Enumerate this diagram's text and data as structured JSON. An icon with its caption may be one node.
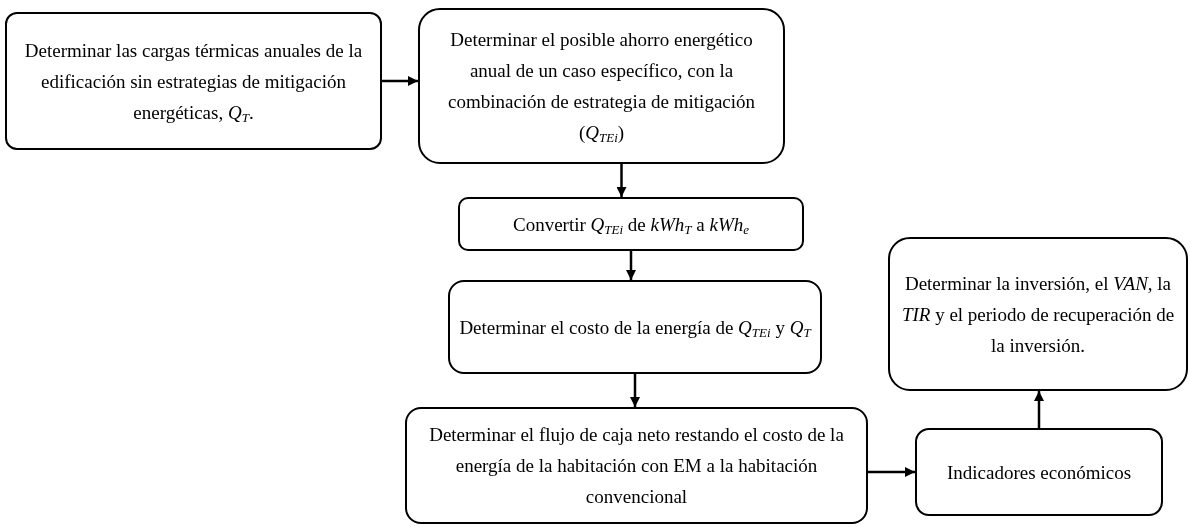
{
  "diagram": {
    "nodes": [
      {
        "text": [
          "Determinar las cargas térmicas anuales de la edificación sin estrategias de mitigación energéticas, *Q*$_{T}$."
        ]
      },
      {
        "text": [
          "Determinar el posible ahorro energético anual de un caso específico, con la combinación de estrategia de mitigación (*Q*$_{TEi}$)"
        ]
      },
      {
        "text": [
          "Convertir *Q*$_{TEi}$ de *kWh*$_{T}$ a *kWh*$_{e}$"
        ]
      },
      {
        "text": [
          "Determinar el costo de la energía de *Q*$_{TEi}$ y *Q*$_{T}$"
        ]
      },
      {
        "text": [
          "Determinar el flujo de caja neto restando el costo de la energía de la habitación con EM a la habitación convencional"
        ]
      },
      {
        "text": [
          "Indicadores económicos"
        ]
      },
      {
        "text": [
          "Determinar la inversión, el *VAN*, la *TIR* y el periodo de recuperación de la inversión."
        ]
      }
    ],
    "edges": [
      {
        "from": 0,
        "to": 1,
        "arrow": "to"
      },
      {
        "from": 1,
        "to": 2,
        "arrow": "to"
      },
      {
        "from": 2,
        "to": 3,
        "arrow": "to"
      },
      {
        "from": 3,
        "to": 4,
        "arrow": "to"
      },
      {
        "from": 4,
        "to": 5,
        "arrow": "to"
      },
      {
        "from": 5,
        "to": 6,
        "arrow": "to"
      }
    ]
  }
}
